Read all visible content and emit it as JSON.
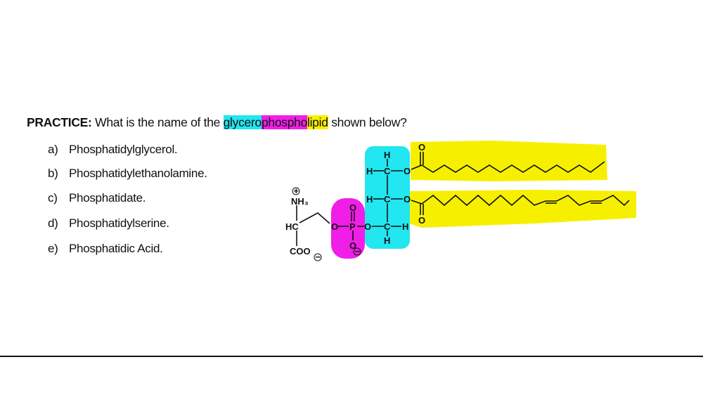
{
  "question": {
    "prefix": "PRACTICE:",
    "text_before": " What is the name of the ",
    "term_part1": "glycero",
    "term_part2": "phospho",
    "term_part3": "lipid",
    "text_after": " shown below?"
  },
  "options": [
    {
      "letter": "a)",
      "label": "Phosphatidylglycerol."
    },
    {
      "letter": "b)",
      "label": "Phosphatidylethanolamine."
    },
    {
      "letter": "c)",
      "label": "Phosphatidate."
    },
    {
      "letter": "d)",
      "label": "Phosphatidylserine."
    },
    {
      "letter": "e)",
      "label": "Phosphatidic Acid."
    }
  ],
  "structure": {
    "nh3": "NH₃",
    "plus": "+",
    "hc": "HC",
    "coo": "COO",
    "minus": "−",
    "o": "O",
    "p": "P",
    "c": "C",
    "h": "H"
  },
  "colors": {
    "glycerol": "#22e6f0",
    "phosphate": "#f01ee6",
    "fatty_acid": "#f6f000"
  }
}
